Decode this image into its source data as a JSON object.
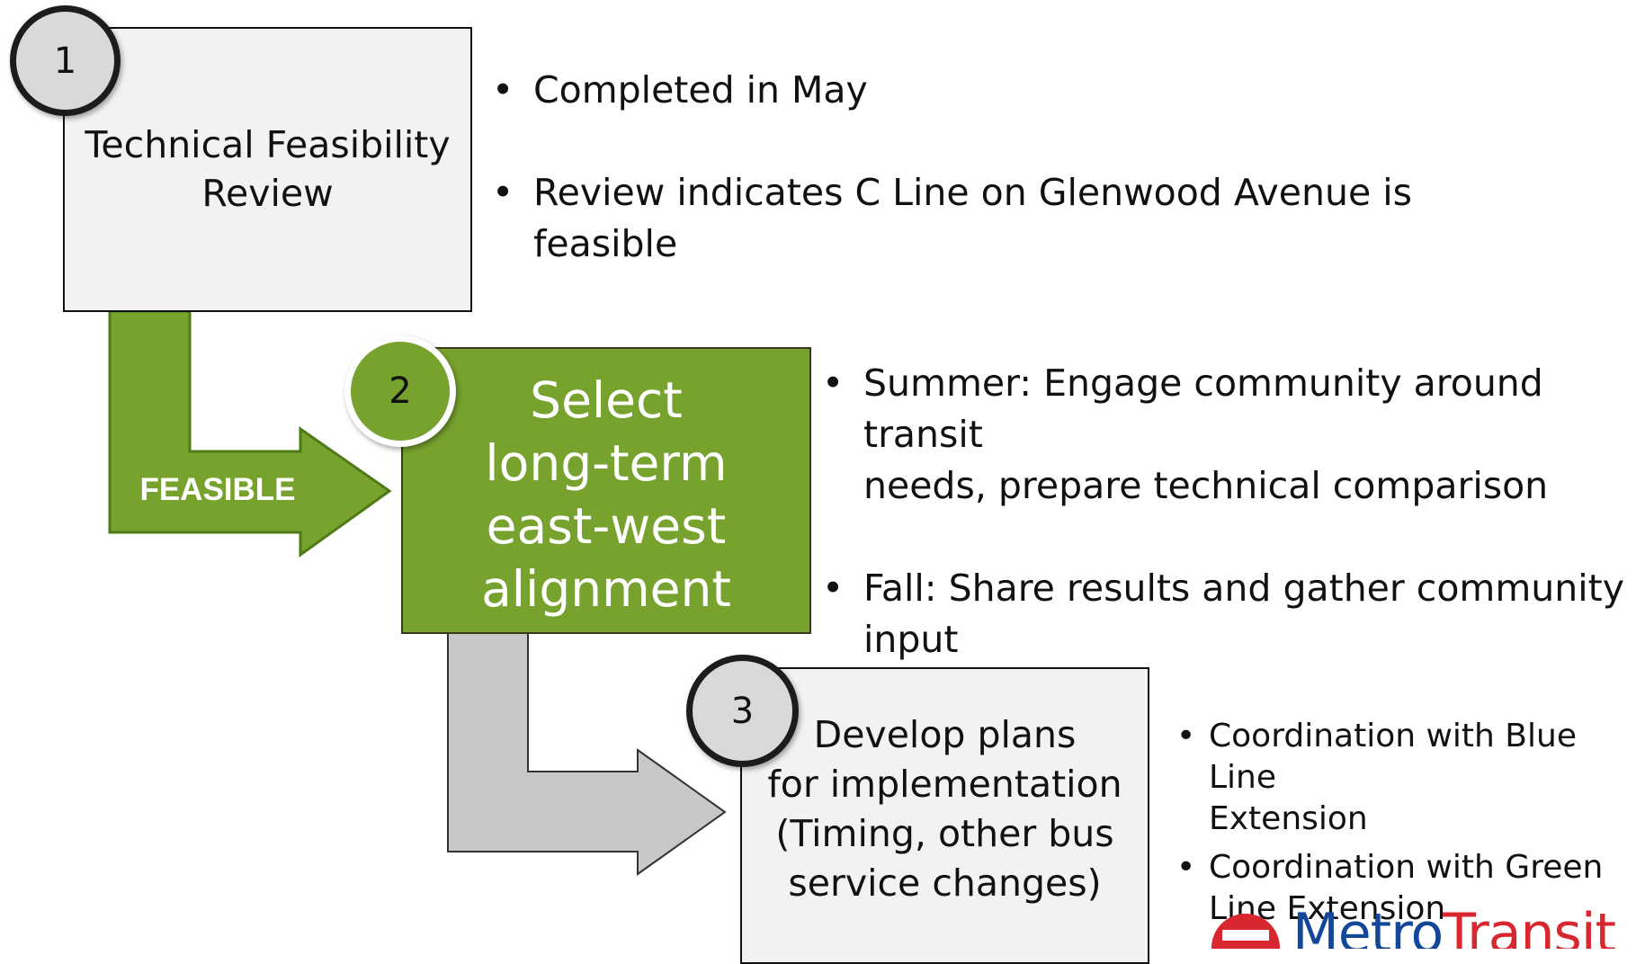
{
  "steps": [
    {
      "number": "1",
      "title": "Technical Feasibility\nReview"
    },
    {
      "number": "2",
      "title": "Select\nlong-term\neast-west\nalignment"
    },
    {
      "number": "3",
      "title": "Develop plans\nfor implementation\n(Timing, other bus\nservice changes)"
    }
  ],
  "arrow_label": "FEASIBLE",
  "bullets": {
    "step1": [
      "Completed in May",
      "Review indicates C Line on Glenwood Avenue is\nfeasible"
    ],
    "step2": [
      "Summer: Engage community around transit\nneeds, prepare technical comparison",
      "Fall: Share results and gather community\ninput"
    ],
    "step3": [
      "Coordination with Blue Line\nExtension",
      "Coordination with Green\nLine Extension"
    ]
  },
  "logo": {
    "metro": "Metro",
    "transit": "Transit"
  },
  "colors": {
    "box_gray": "#f2f2f2",
    "box_green": "#77a22d",
    "arrow_green": "#77a22d",
    "arrow_gray": "#c8c8c8",
    "logo_blue": "#12479a",
    "logo_red": "#d8272f"
  }
}
